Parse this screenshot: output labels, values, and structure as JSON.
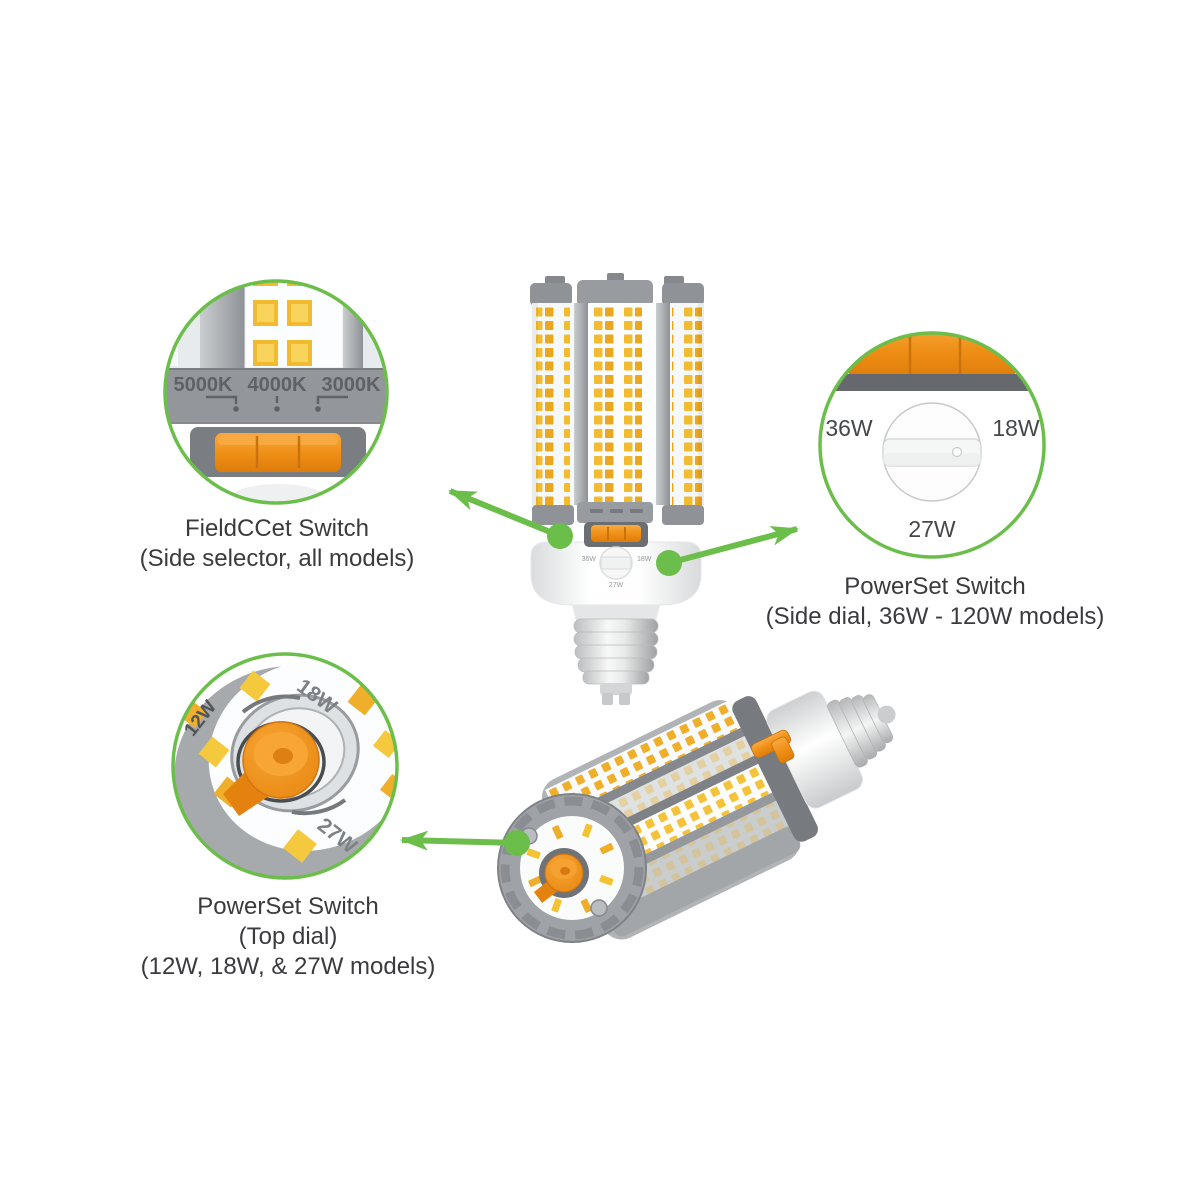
{
  "palette": {
    "accent_green": "#6CBE4B",
    "switch_orange": "#F0921E",
    "led_yellow": "#F2BB30",
    "body_gray": "#9A9EA2",
    "caption_text": "#3B3B3E"
  },
  "callouts": {
    "cct": {
      "title": "FieldCCet Switch",
      "subtitle": "(Side selector, all models)",
      "labels": [
        "5000K",
        "4000K",
        "3000K"
      ]
    },
    "power_side": {
      "title": "PowerSet Switch",
      "subtitle": "(Side dial, 36W - 120W models)",
      "labels": {
        "left": "36W",
        "right": "18W",
        "bottom": "27W"
      }
    },
    "power_top": {
      "title": "PowerSet Switch",
      "subtitle_line1": "(Top dial)",
      "subtitle_line2": "(12W, 18W, & 27W models)",
      "labels": {
        "left": "12W",
        "top": "18W",
        "bottom": "27W"
      }
    }
  },
  "center_bulb": {
    "base_dial_labels": {
      "left": "36W",
      "right": "18W",
      "bottom": "27W"
    }
  }
}
